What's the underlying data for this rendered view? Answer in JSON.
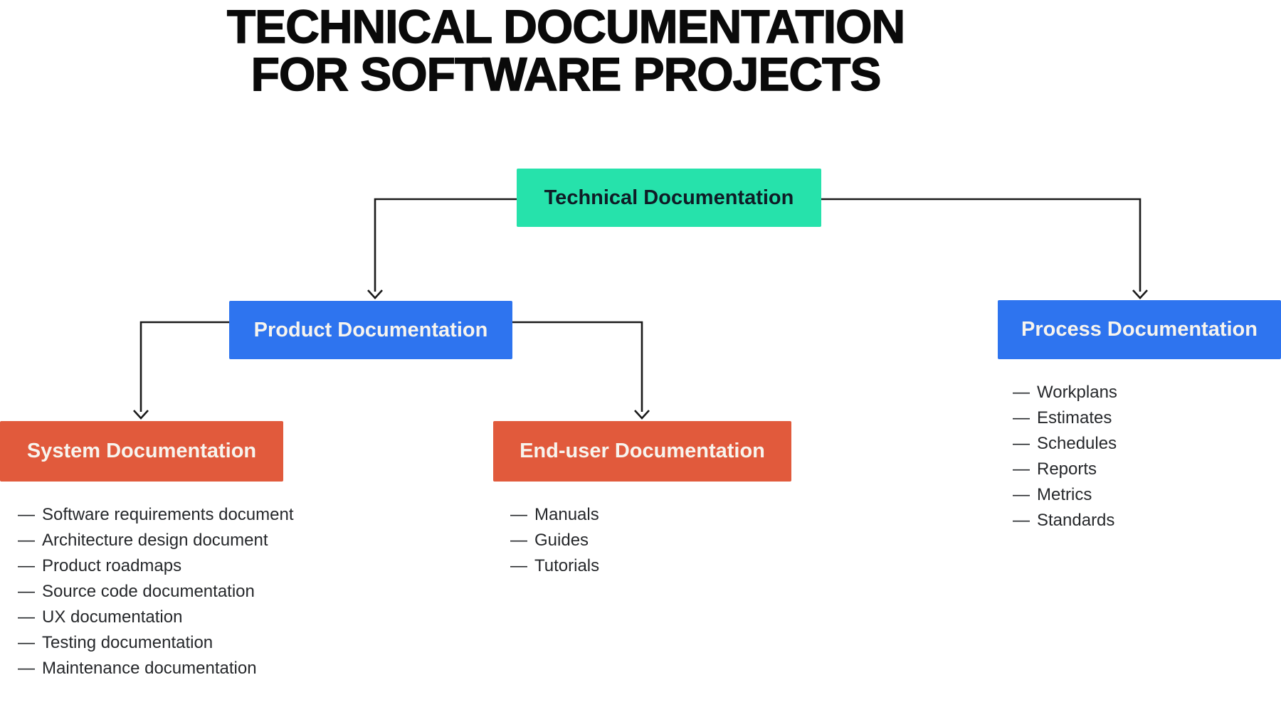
{
  "title": {
    "line1": "TECHNICAL DOCUMENTATION",
    "line2": "FOR SOFTWARE PROJECTS"
  },
  "bullet": "—",
  "colors": {
    "teal": "#26E2AB",
    "blue": "#2E74EF",
    "orange": "#E15A3C",
    "line": "#1A1A1A",
    "light_text": "#F7F4EE",
    "dark_text": "#0F1C26",
    "list_text": "#26282B",
    "title_text": "#0A0A0A",
    "bg": "#FFFFFF"
  },
  "nodes": {
    "technical": {
      "label": "Technical Documentation"
    },
    "product": {
      "label": "Product Documentation"
    },
    "process": {
      "label": "Process Documentation",
      "items": [
        "Workplans",
        "Estimates",
        "Schedules",
        "Reports",
        "Metrics",
        "Standards"
      ]
    },
    "system": {
      "label": "System Documentation",
      "items": [
        "Software requirements document",
        "Architecture design document",
        "Product roadmaps",
        "Source code documentation",
        "UX documentation",
        "Testing documentation",
        "Maintenance documentation"
      ]
    },
    "enduser": {
      "label": "End-user Documentation",
      "items": [
        "Manuals",
        "Guides",
        "Tutorials"
      ]
    }
  }
}
